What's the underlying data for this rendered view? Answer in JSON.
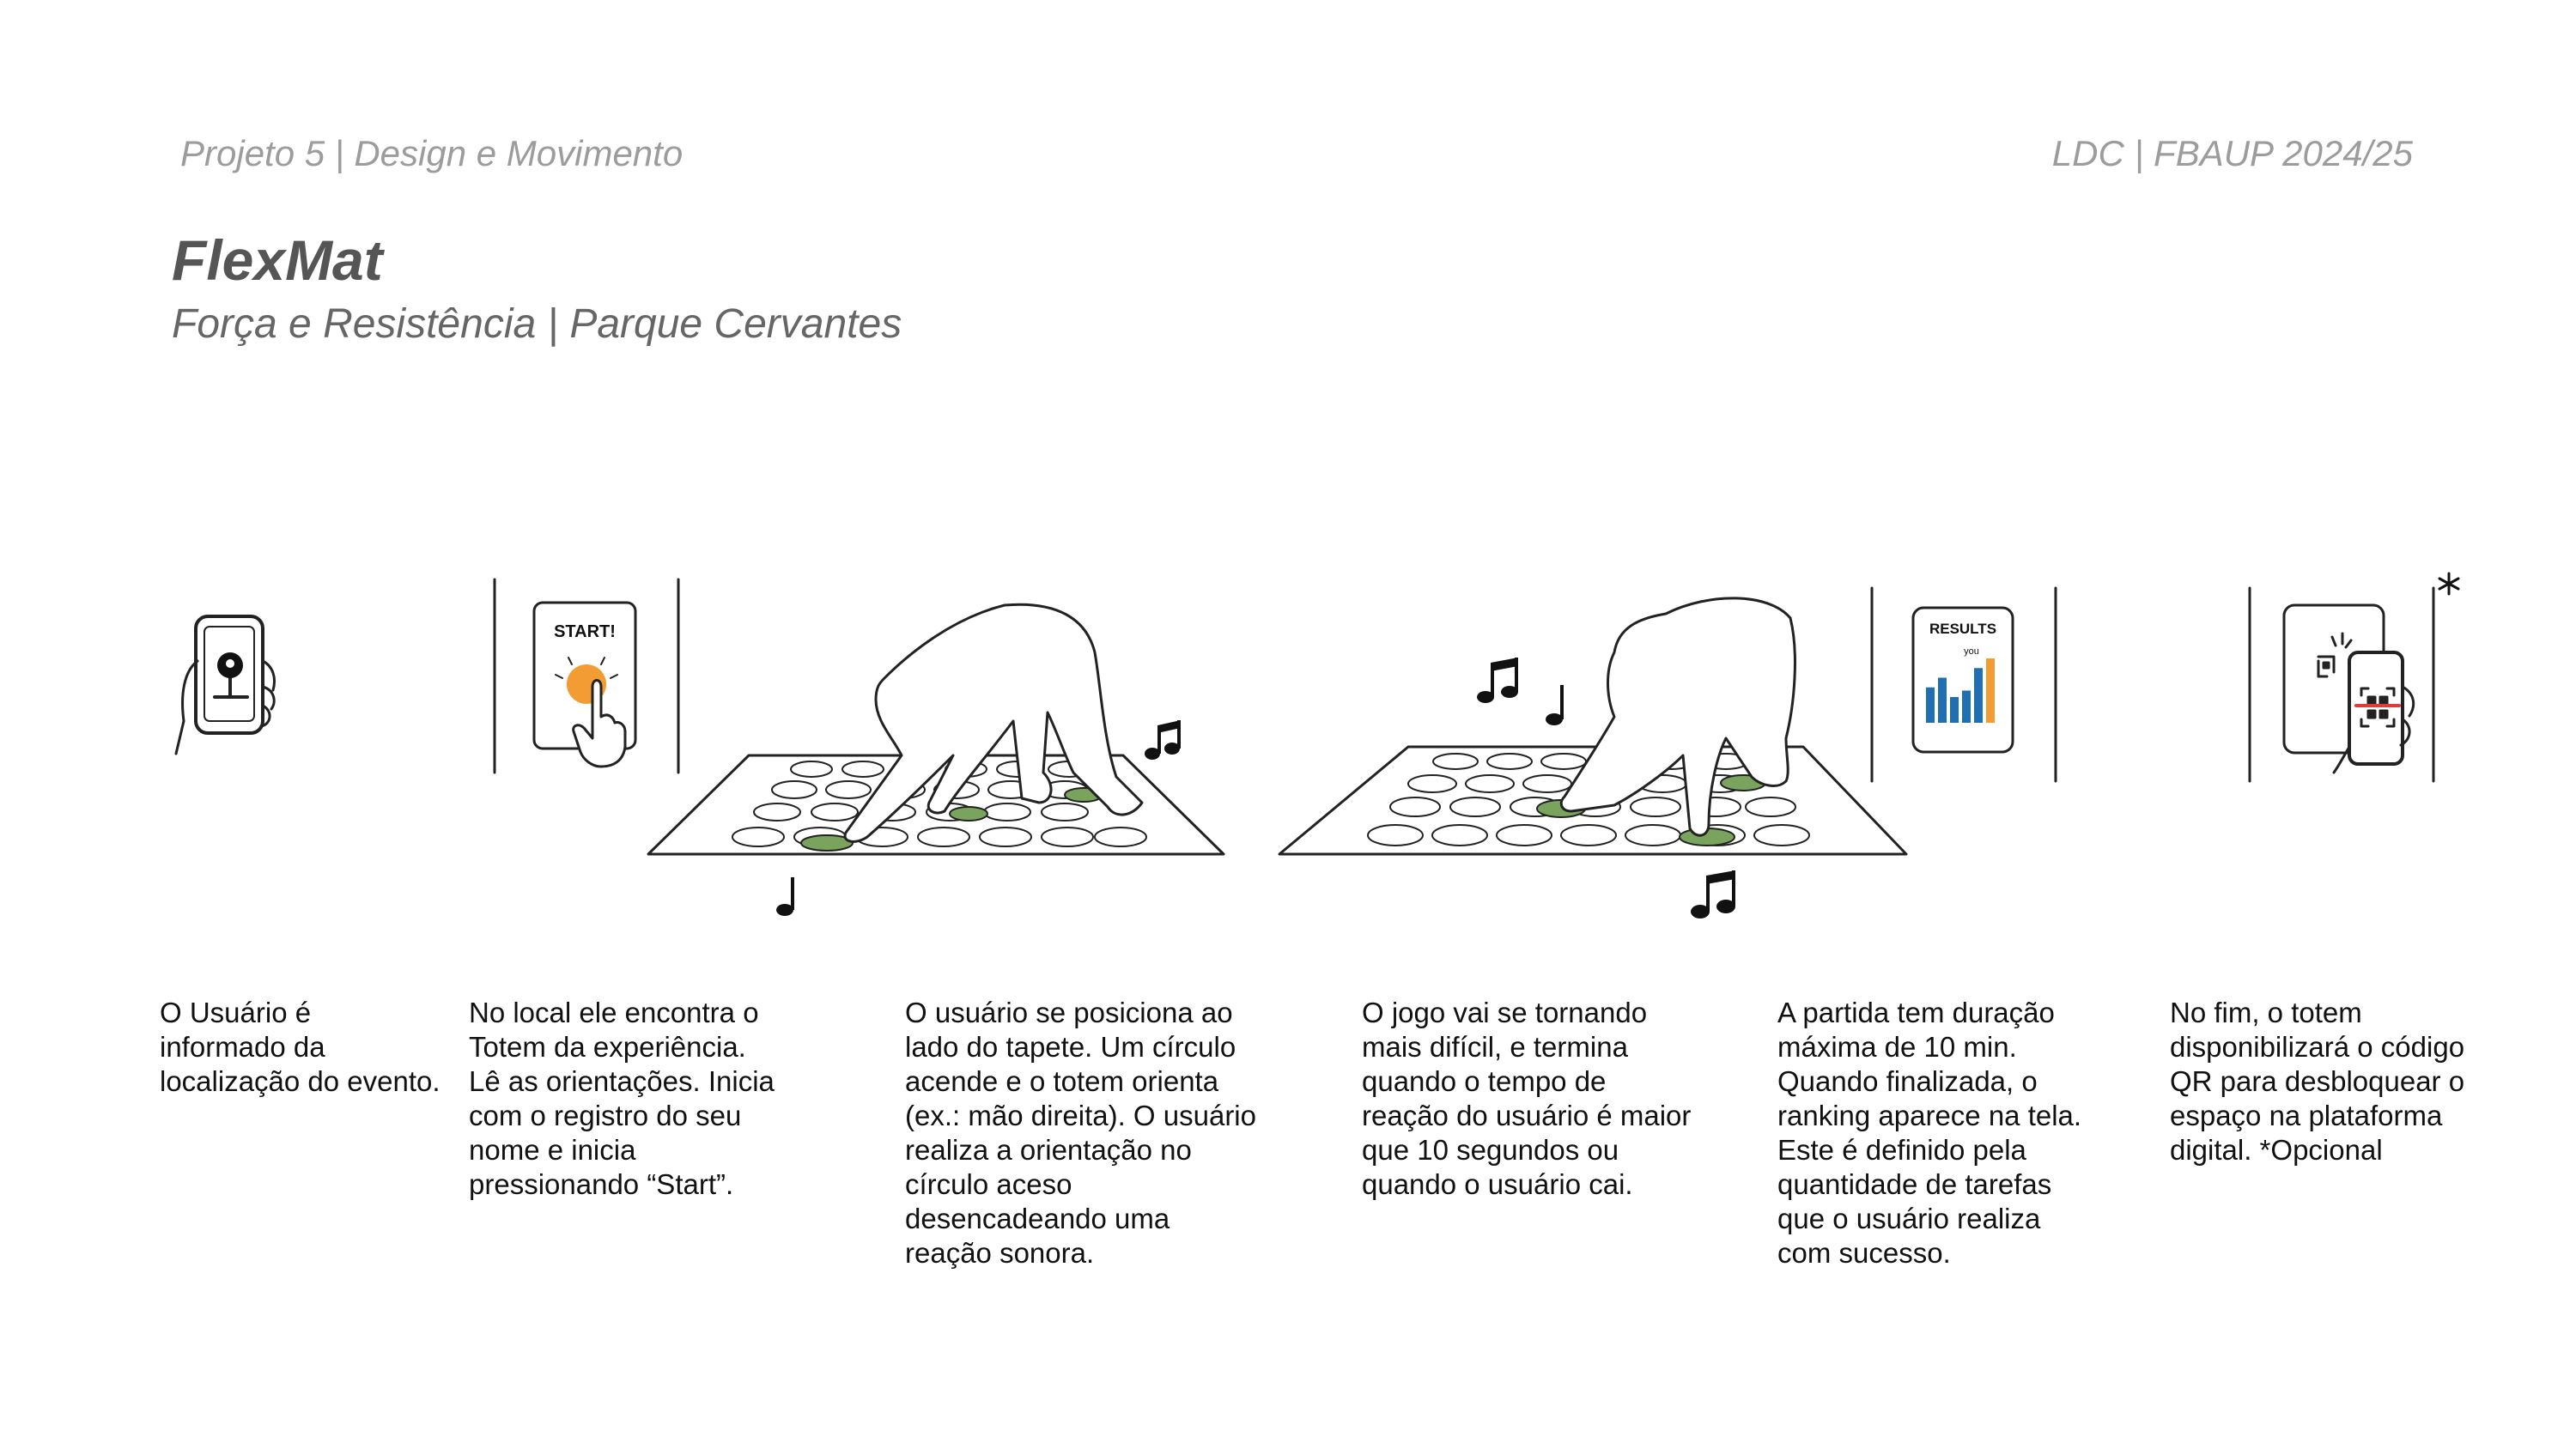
{
  "header": {
    "project": "Projeto 5 | Design e Movimento",
    "course": "LDC | FBAUP 2024/25"
  },
  "title": "FlexMat",
  "subtitle": "Força e Resistência | Parque Cervantes",
  "screens": {
    "start_label": "START!",
    "results_label": "RESULTS",
    "results_you_label": "you",
    "results_bar_values": [
      0.55,
      0.7,
      0.4,
      0.5,
      0.85,
      1.0
    ],
    "colors": {
      "accent": "#f39c33",
      "bars": "#1f6fb2",
      "highlight_bar": "#f39c33",
      "mat_active": "#7aa35d"
    }
  },
  "steps": [
    {
      "lines": [
        "O Usuário é",
        "informado da",
        "localização do evento."
      ]
    },
    {
      "lines": [
        "No local ele encontra o",
        "Totem da experiência.",
        "Lê as orientações. Inicia",
        "com o registro do seu",
        "nome  e inicia",
        "pressionando “Start”."
      ]
    },
    {
      "lines": [
        "O usuário se posiciona ao",
        "lado do tapete. Um círculo",
        "acende e o totem orienta",
        "(ex.: mão direita). O usuário",
        "realiza a orientação no",
        "círculo aceso",
        "desencadeando uma",
        "reação sonora."
      ]
    },
    {
      "lines": [
        "O jogo vai se tornando",
        "mais difícil, e termina",
        "quando o tempo de",
        "reação do usuário é maior",
        "que 10 segundos ou",
        "quando o usuário cai."
      ]
    },
    {
      "lines": [
        "A partida tem duração",
        "máxima de 10 min.",
        "Quando finalizada, o",
        "ranking aparece na tela.",
        "Este é definido pela",
        "quantidade de tarefas",
        "que o usuário realiza",
        "com sucesso."
      ]
    },
    {
      "lines": [
        "No fim, o totem",
        "disponibilizará o código",
        "QR para desbloquear o",
        "espaço na plataforma",
        "digital. *Opcional"
      ]
    }
  ]
}
